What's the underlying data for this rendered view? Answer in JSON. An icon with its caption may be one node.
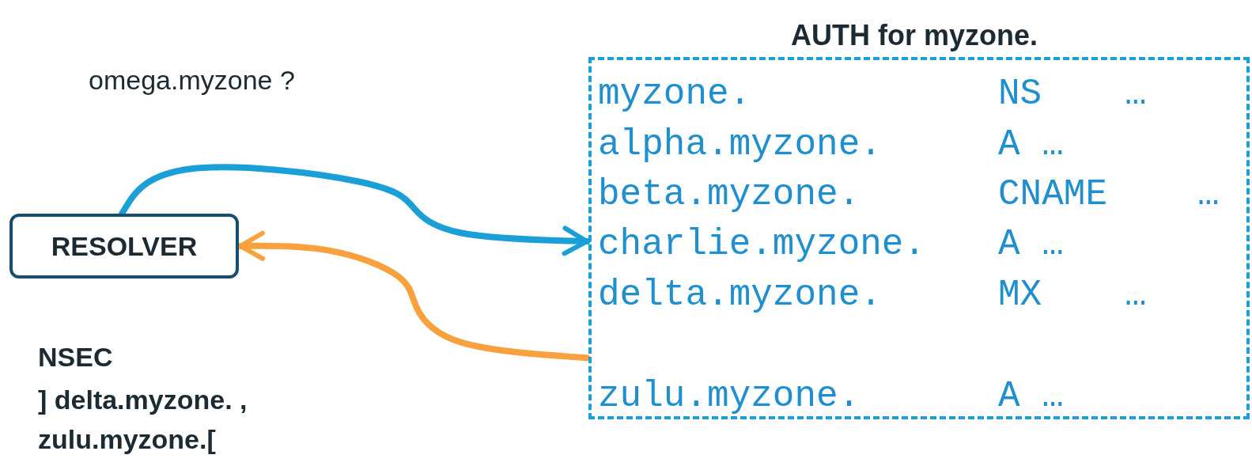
{
  "diagram": {
    "nodes": [
      {
        "text": [
          "RESOLVER"
        ]
      },
      {
        "text": [
          "AUTH for myzone.",
          "myzone.",
          "NS",
          "…",
          "alpha.myzone.",
          "A …",
          "beta.myzone.",
          "CNAME",
          "…",
          "charlie.myzone.",
          "A …",
          "delta.myzone.",
          "MX",
          "…",
          "zulu.myzone.",
          "A …"
        ]
      }
    ],
    "edges": [
      {
        "from": 0,
        "to": 1,
        "arrow": "to",
        "color": "#1a9fd6"
      },
      {
        "from": 1,
        "to": 0,
        "arrow": "to",
        "color": "#f9a03f"
      }
    ],
    "labels": [
      "omega.myzone ?",
      "NSEC",
      "] delta.myzone. , zulu.myzone.["
    ]
  }
}
